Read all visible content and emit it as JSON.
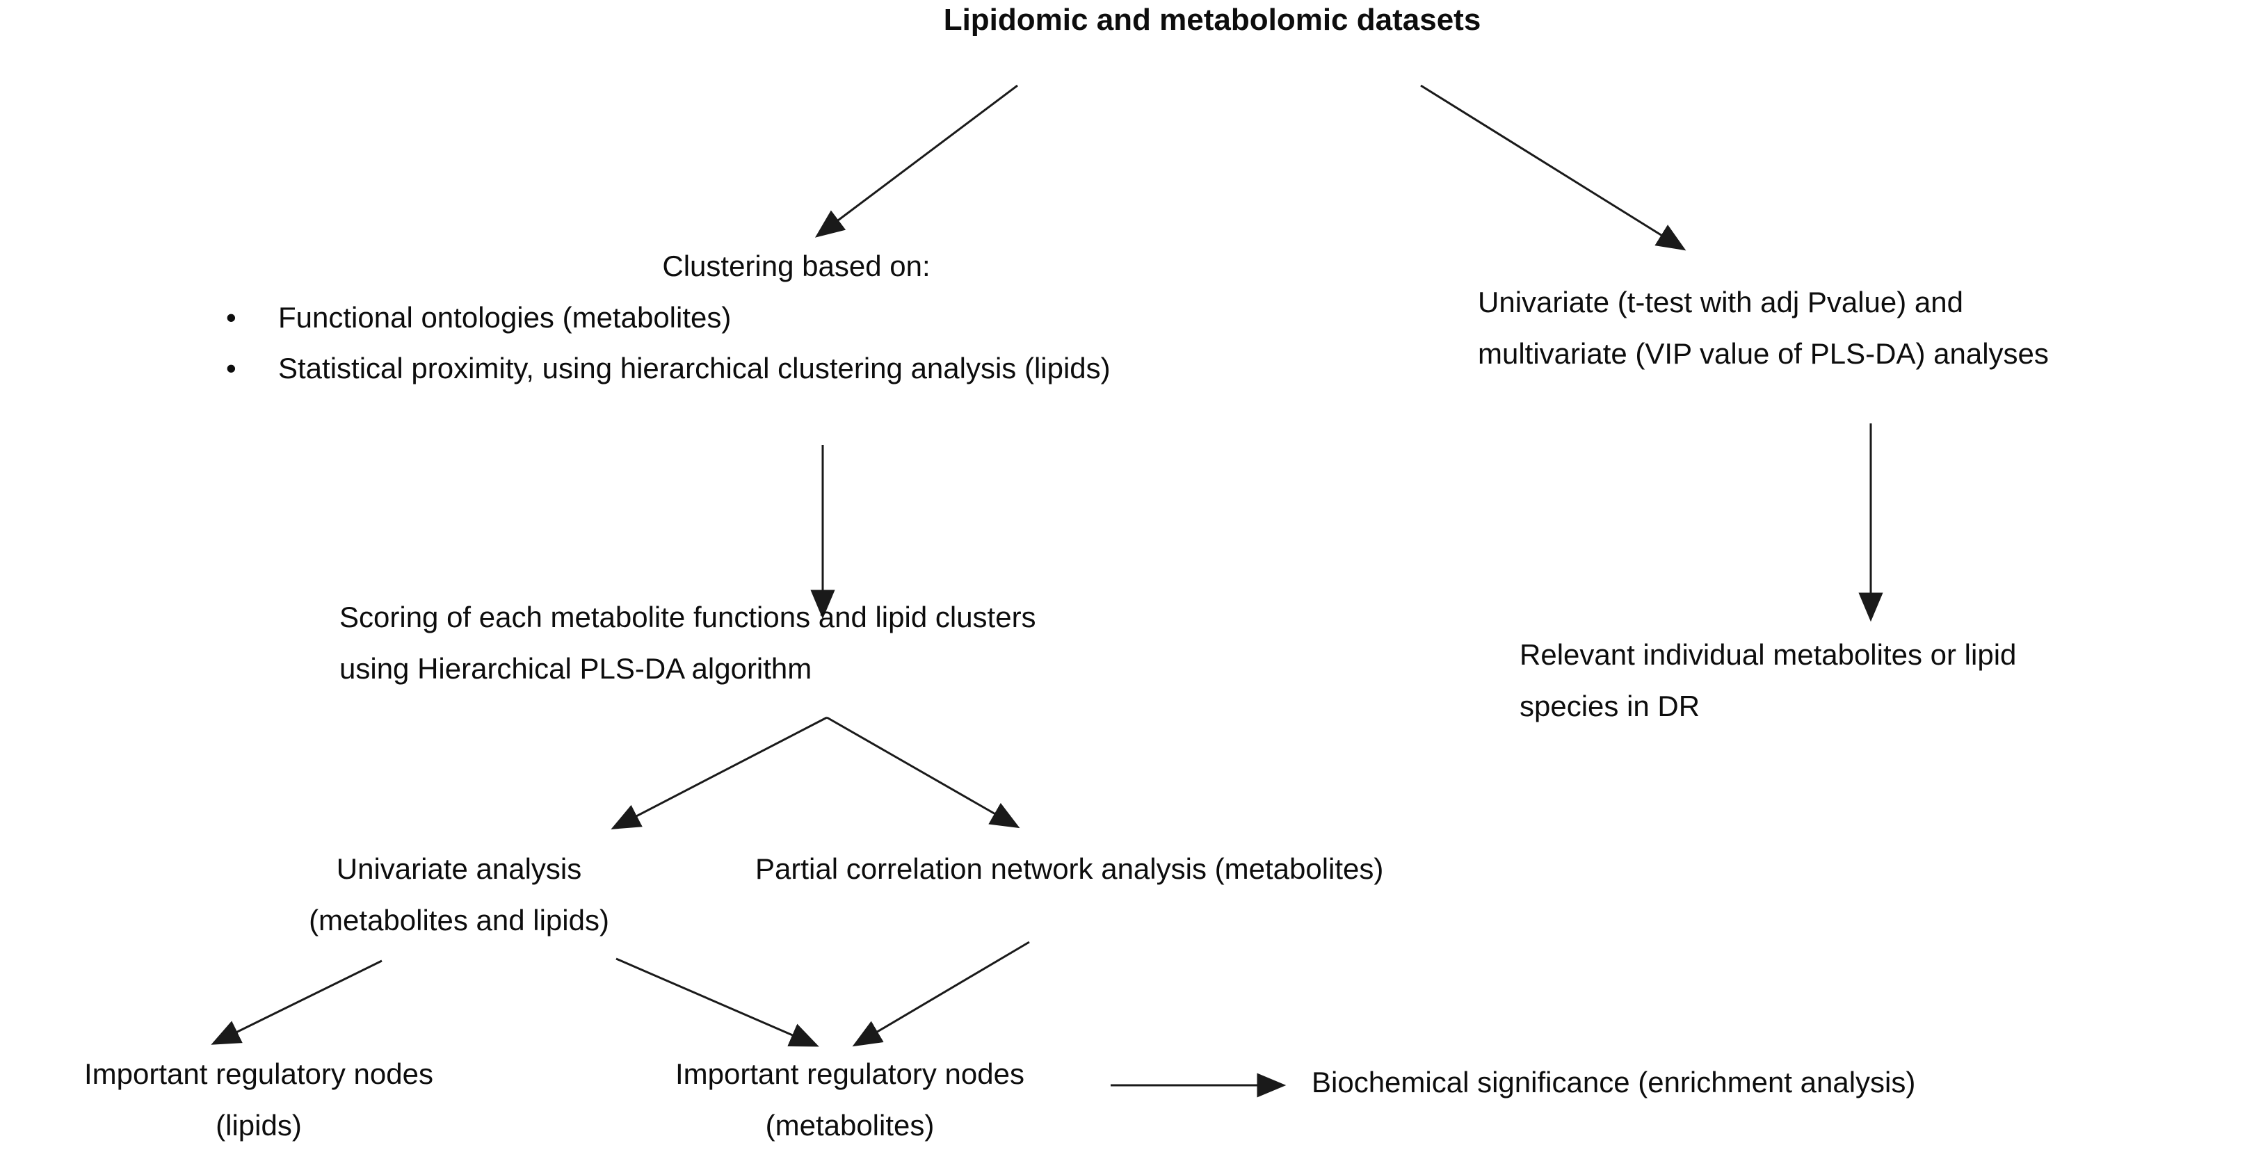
{
  "diagram": {
    "background_color": "#ffffff",
    "text_color": "#0d0d0d",
    "arrow_color": "#1a1a1a",
    "bullet_char": "•",
    "nodes": {
      "title": {
        "label": "Lipidomic and metabolomic datasets"
      },
      "clustering": {
        "heading": "Clustering based on:",
        "bullets": [
          "Functional ontologies (metabolites)",
          "Statistical proximity, using hierarchical clustering analysis (lipids)"
        ]
      },
      "uni_multi": {
        "lines": [
          "Univariate (t-test with adj Pvalue) and",
          "multivariate (VIP value of PLS-DA) analyses"
        ]
      },
      "scoring": {
        "lines": [
          "Scoring of each metabolite functions and lipid clusters",
          "using Hierarchical PLS-DA algorithm"
        ]
      },
      "relevant": {
        "lines": [
          "Relevant individual metabolites or lipid",
          "species in DR"
        ]
      },
      "univariate_analysis": {
        "lines": [
          "Univariate  analysis",
          "(metabolites and lipids)"
        ]
      },
      "partial_correlation": {
        "label": "Partial correlation network analysis (metabolites)"
      },
      "important_lipids": {
        "lines": [
          "Important regulatory nodes",
          "(lipids)"
        ]
      },
      "important_metabolites": {
        "lines": [
          "Important regulatory nodes",
          "(metabolites)"
        ]
      },
      "biochemical": {
        "label": "Biochemical significance (enrichment analysis)"
      }
    },
    "edges": [
      {
        "from": "title",
        "to": "clustering"
      },
      {
        "from": "title",
        "to": "uni_multi"
      },
      {
        "from": "clustering",
        "to": "scoring"
      },
      {
        "from": "uni_multi",
        "to": "relevant"
      },
      {
        "from": "scoring",
        "to": "univariate_analysis"
      },
      {
        "from": "scoring",
        "to": "partial_correlation"
      },
      {
        "from": "univariate_analysis",
        "to": "important_lipids"
      },
      {
        "from": "univariate_analysis",
        "to": "important_metabolites"
      },
      {
        "from": "partial_correlation",
        "to": "important_metabolites"
      },
      {
        "from": "important_metabolites",
        "to": "biochemical"
      }
    ]
  }
}
